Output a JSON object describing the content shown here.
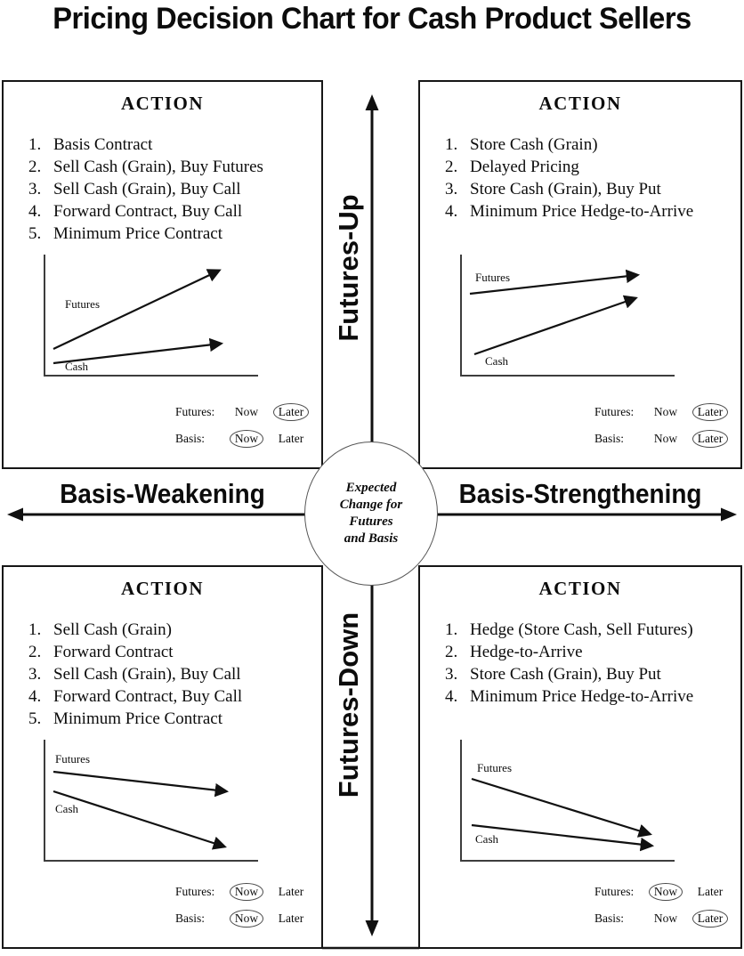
{
  "title": "Pricing Decision Chart for Cash Product Sellers",
  "axes": {
    "up_label": "Futures-Up",
    "down_label": "Futures-Down",
    "left_label": "Basis-Weakening",
    "right_label": "Basis-Strengthening",
    "center": {
      "lines": [
        "Expected",
        "Change for",
        "Futures",
        "and Basis"
      ]
    }
  },
  "quadrants": {
    "top_left": {
      "header": "ACTION",
      "items": [
        "Basis Contract",
        "Sell Cash (Grain), Buy Futures",
        "Sell Cash (Grain), Buy Call",
        "Forward Contract, Buy Call",
        "Minimum Price Contract"
      ],
      "chart": {
        "futures_label": "Futures",
        "cash_label": "Cash",
        "futures_trend": "up-steep",
        "cash_trend": "up-slight"
      },
      "indicators": {
        "rows": [
          {
            "label": "Futures:",
            "now": "Now",
            "later": "Later",
            "circled": "later"
          },
          {
            "label": "Basis:",
            "now": "Now",
            "later": "Later",
            "circled": "now"
          }
        ]
      }
    },
    "top_right": {
      "header": "ACTION",
      "items": [
        "Store Cash (Grain)",
        "Delayed Pricing",
        "Store Cash (Grain), Buy Put",
        "Minimum Price Hedge-to-Arrive"
      ],
      "chart": {
        "futures_label": "Futures",
        "cash_label": "Cash",
        "futures_trend": "up-slight",
        "cash_trend": "up-steep"
      },
      "indicators": {
        "rows": [
          {
            "label": "Futures:",
            "now": "Now",
            "later": "Later",
            "circled": "later"
          },
          {
            "label": "Basis:",
            "now": "Now",
            "later": "Later",
            "circled": "later"
          }
        ]
      }
    },
    "bottom_left": {
      "header": "ACTION",
      "items": [
        "Sell Cash (Grain)",
        "Forward Contract",
        "Sell Cash (Grain), Buy Call",
        "Forward Contract, Buy Call",
        "Minimum Price Contract"
      ],
      "chart": {
        "futures_label": "Futures",
        "cash_label": "Cash",
        "futures_trend": "down-slight",
        "cash_trend": "down-steep"
      },
      "indicators": {
        "rows": [
          {
            "label": "Futures:",
            "now": "Now",
            "later": "Later",
            "circled": "now"
          },
          {
            "label": "Basis:",
            "now": "Now",
            "later": "Later",
            "circled": "now"
          }
        ]
      }
    },
    "bottom_right": {
      "header": "ACTION",
      "items": [
        "Hedge (Store Cash, Sell Futures)",
        "Hedge-to-Arrive",
        "Store Cash (Grain), Buy Put",
        "Minimum Price Hedge-to-Arrive"
      ],
      "chart": {
        "futures_label": "Futures",
        "cash_label": "Cash",
        "futures_trend": "down-steep",
        "cash_trend": "down-slight"
      },
      "indicators": {
        "rows": [
          {
            "label": "Futures:",
            "now": "Now",
            "later": "Later",
            "circled": "now"
          },
          {
            "label": "Basis:",
            "now": "Now",
            "later": "Later",
            "circled": "later"
          }
        ]
      }
    }
  }
}
